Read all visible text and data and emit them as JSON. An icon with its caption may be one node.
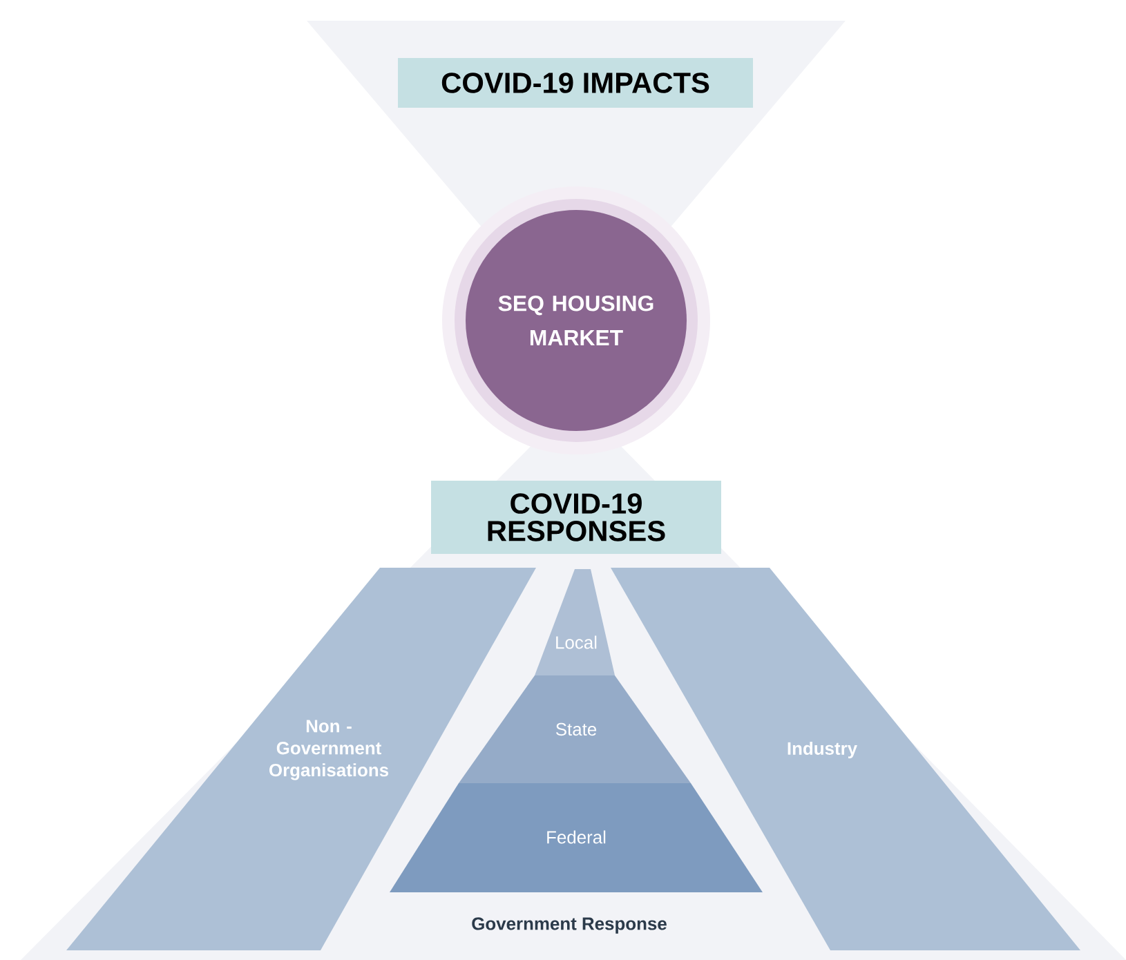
{
  "diagram": {
    "nodes": [
      {
        "text": [
          "COVID-19 IMPACTS"
        ]
      },
      {
        "text": [
          "SEQ HOUSING MARKET"
        ]
      },
      {
        "text": [
          "COVID-19 RESPONSES"
        ]
      },
      {
        "text": [
          "Non - Government Organisations"
        ]
      },
      {
        "text": [
          "Local"
        ]
      },
      {
        "text": [
          "State"
        ]
      },
      {
        "text": [
          "Federal"
        ]
      },
      {
        "text": [
          "Industry"
        ]
      }
    ],
    "labels": [
      "Government Response"
    ]
  }
}
